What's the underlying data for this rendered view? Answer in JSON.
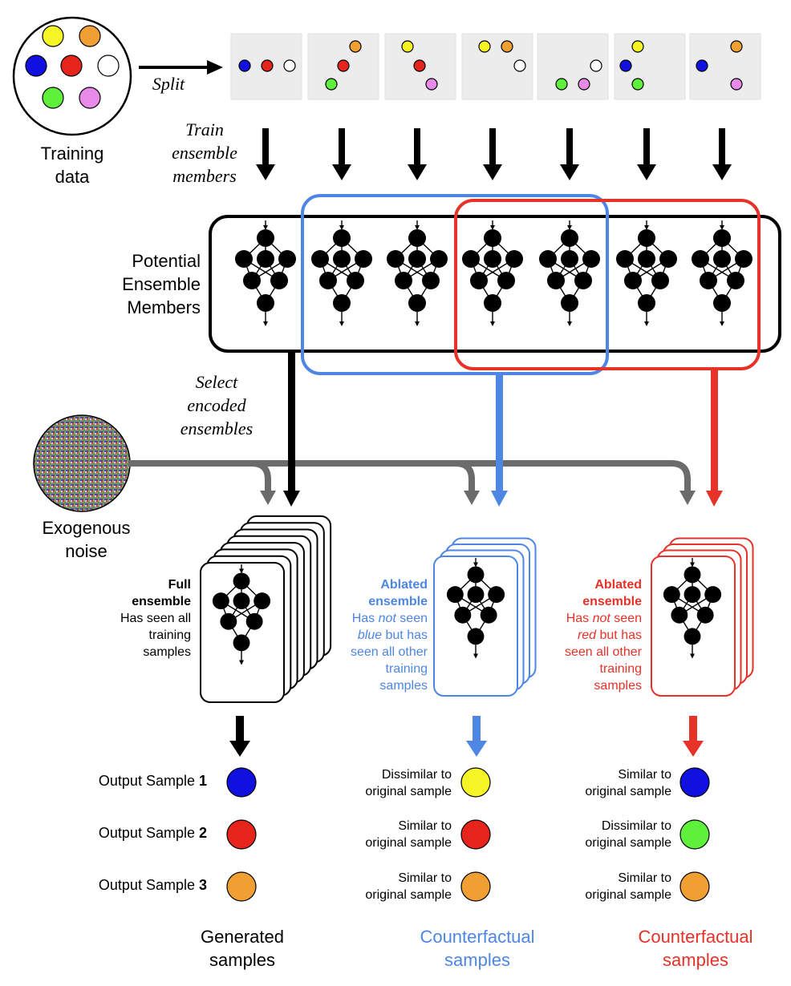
{
  "colors": {
    "blue_accent": "#4e86e4",
    "red_accent": "#e63228",
    "grey_arrow": "#6b6b6b",
    "yellow": "#f5f526",
    "orange": "#f0a032",
    "blue": "#1010e0",
    "red": "#e5251c",
    "white": "#ffffff",
    "green": "#5ef03a",
    "pink": "#e88ae8"
  },
  "training_data": {
    "label_line1": "Training",
    "label_line2": "data"
  },
  "split_label": "Split",
  "train_label": {
    "line1": "Train",
    "line2": "ensemble",
    "line3": "members"
  },
  "potential_label": {
    "line1": "Potential",
    "line2": "Ensemble",
    "line3": "Members"
  },
  "select_label": {
    "line1": "Select",
    "line2": "encoded",
    "line3": "ensembles"
  },
  "noise_label": {
    "line1": "Exogenous",
    "line2": "noise"
  },
  "full_ensemble": {
    "title1": "Full",
    "title2": "ensemble",
    "desc1": "Has seen all",
    "desc2": "training",
    "desc3": "samples"
  },
  "ablated_blue": {
    "title1": "Ablated",
    "title2": "ensemble",
    "desc_pre": "Has ",
    "desc_not": "not",
    "desc_post": " seen",
    "desc_color": "blue",
    "desc_but": " but has",
    "desc3": "seen all other",
    "desc4": "training",
    "desc5": "samples"
  },
  "ablated_red": {
    "title1": "Ablated",
    "title2": "ensemble",
    "desc_pre": "Has ",
    "desc_not": "not",
    "desc_post": " seen",
    "desc_color": "red",
    "desc_but": " but has",
    "desc3": "seen all other",
    "desc4": "training",
    "desc5": "samples"
  },
  "outputs": {
    "prefix": "Output Sample ",
    "items": [
      {
        "num": "1",
        "color": "blue"
      },
      {
        "num": "2",
        "color": "red"
      },
      {
        "num": "3",
        "color": "orange"
      }
    ]
  },
  "blue_outputs": [
    {
      "line1": "Dissimilar to",
      "line2": "original sample",
      "color": "yellow"
    },
    {
      "line1": "Similar to",
      "line2": "original sample",
      "color": "red"
    },
    {
      "line1": "Similar to",
      "line2": "original sample",
      "color": "orange"
    }
  ],
  "red_outputs": [
    {
      "line1": "Similar to",
      "line2": "original sample",
      "color": "blue"
    },
    {
      "line1": "Dissimilar to",
      "line2": "original sample",
      "color": "green"
    },
    {
      "line1": "Similar to",
      "line2": "original sample",
      "color": "orange"
    }
  ],
  "bottom_labels": {
    "generated1": "Generated",
    "generated2": "samples",
    "cf_blue1": "Counterfactual",
    "cf_blue2": "samples",
    "cf_red1": "Counterfactual",
    "cf_red2": "samples"
  }
}
